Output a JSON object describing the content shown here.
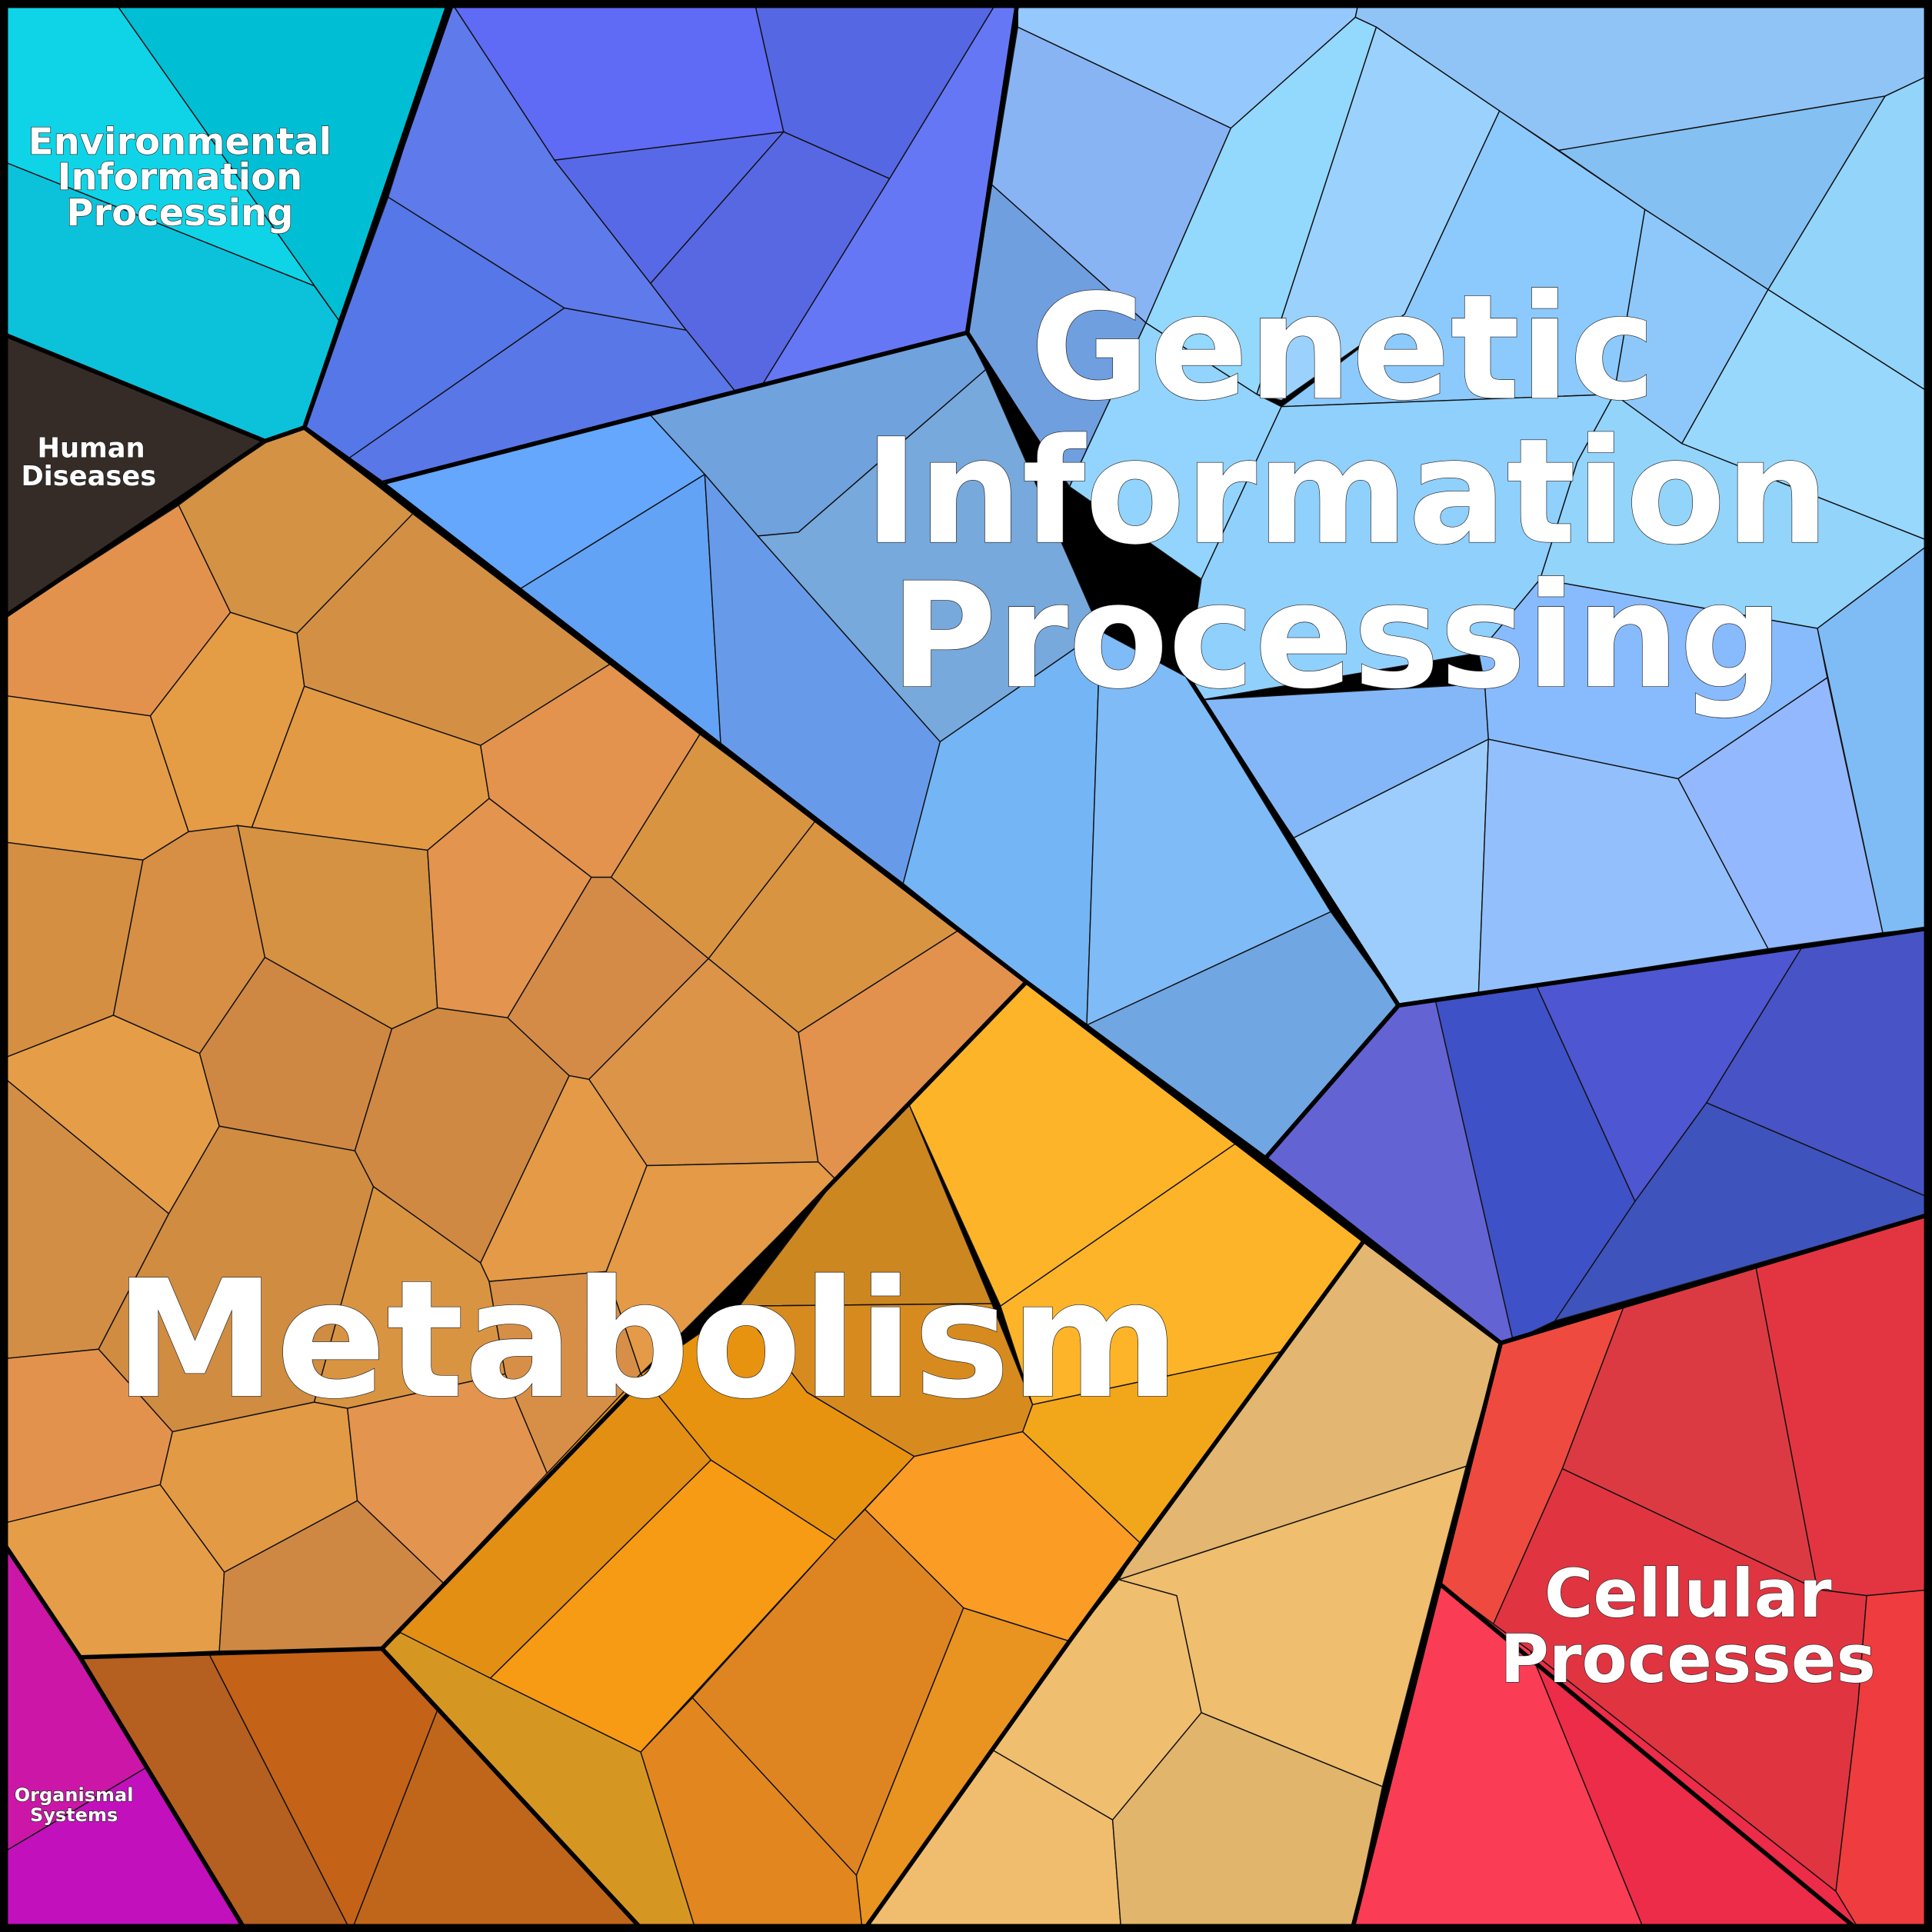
{
  "groups": {
    "environmental": {
      "line1": "Environmental",
      "line2": "Information",
      "line3": "Processing"
    },
    "human_diseases": {
      "line1": "Human",
      "line2": "Diseases"
    },
    "genetic": {
      "line1": "Genetic",
      "line2": "Information",
      "line3": "Processing"
    },
    "metabolism": {
      "line1": "Metabolism"
    },
    "cellular": {
      "line1": "Cellular",
      "line2": "Processes"
    },
    "organismal": {
      "line1": "Organismal",
      "line2": "Systems"
    }
  }
}
